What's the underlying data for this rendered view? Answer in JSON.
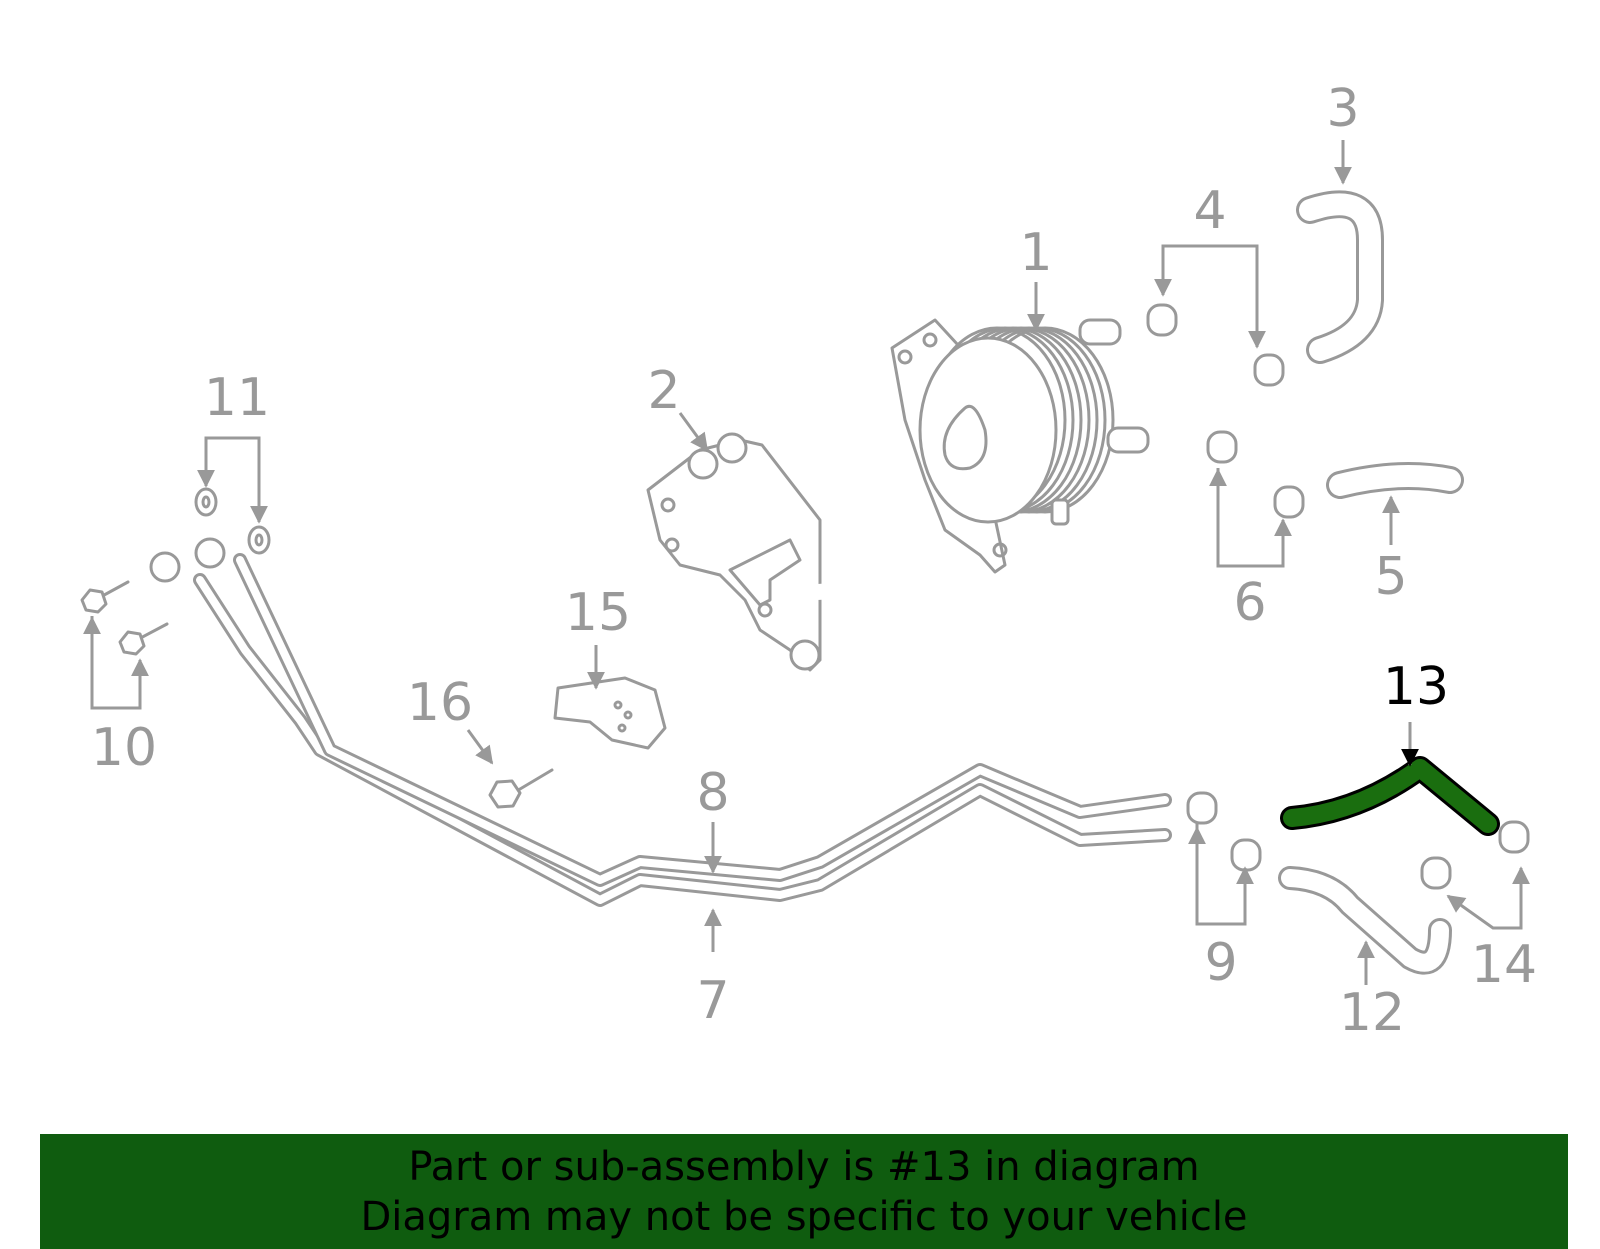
{
  "colors": {
    "part_stroke": "#999999",
    "highlight_fill": "#1a6e0f",
    "highlight_stroke": "#000000",
    "banner_bg": "#0f5c0f",
    "banner_text": "#000000"
  },
  "highlighted_part": "13",
  "callouts": [
    "1",
    "2",
    "3",
    "4",
    "5",
    "6",
    "7",
    "8",
    "9",
    "10",
    "11",
    "12",
    "13",
    "14",
    "15",
    "16"
  ],
  "banner": {
    "line1": "Part or sub-assembly is #13 in diagram",
    "line2": "Diagram may not be specific to your vehicle"
  }
}
